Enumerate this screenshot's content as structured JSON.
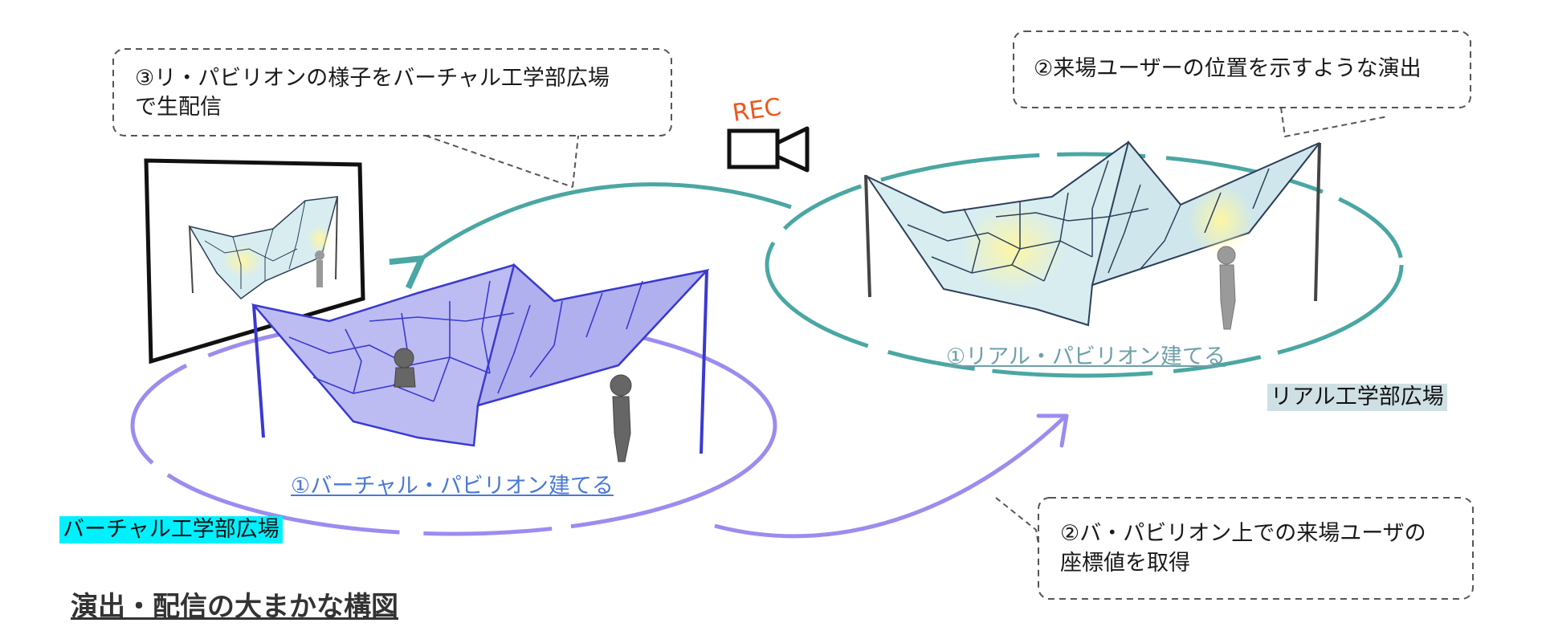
{
  "callouts": {
    "stream_top_left": {
      "line1": "③リ・パビリオンの様子をバーチャル工学部広場",
      "line2": "で生配信"
    },
    "position_top_right": {
      "line1": "②来場ユーザーの位置を示すような演出"
    },
    "coords_bottom_right": {
      "line1": "②バ・パビリオン上での来場ユーザの",
      "line2": "座標値を取得"
    }
  },
  "camera": {
    "label": "REC",
    "icon": "video-camera-icon"
  },
  "links": {
    "real_pavilion": "①リアル・パビリオン建てる",
    "virtual_pavilion": "①バーチャル・パビリオン建てる"
  },
  "tags": {
    "real_plaza": "リアル工学部広場",
    "virtual_plaza": "バーチャル工学部広場"
  },
  "caption": "演出・配信の大まかな構図",
  "colors": {
    "teal": "#4aa7a3",
    "purple": "#9c8cf0",
    "virtual_blue": "#4040d8",
    "link_teal": "#6fa0a8",
    "link_blue": "#4a78d6",
    "rec_red": "#f0561e",
    "real_tag_bg": "#cfe0e4",
    "virtual_tag_bg": "#00f0ff"
  }
}
